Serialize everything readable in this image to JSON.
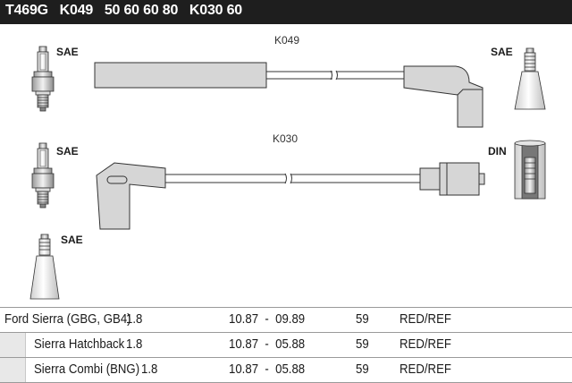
{
  "header": {
    "title": "T469G   K049   50 60 60 80   K030 60"
  },
  "diagram": {
    "wire_top_code": "K049",
    "wire_bottom_code": "K030",
    "labels": {
      "plug1": "SAE",
      "plug2": "SAE",
      "plug3": "SAE",
      "cap_top": "SAE",
      "cap_bottom": "DIN"
    }
  },
  "table": {
    "rows": [
      {
        "model": "Ford Sierra (GBG, GB4)",
        "engine": "1.8",
        "dates": "10.87  -  09.89",
        "count": "59",
        "color": "RED/REF",
        "indented": false
      },
      {
        "model": "Sierra Hatchback",
        "engine": "1.8",
        "dates": "10.87  -  05.88",
        "count": "59",
        "color": "RED/REF",
        "indented": true
      },
      {
        "model": "Sierra Combi (BNG)",
        "engine": "1.8",
        "dates": "10.87  -  05.88",
        "count": "59",
        "color": "RED/REF",
        "indented": true
      }
    ]
  }
}
